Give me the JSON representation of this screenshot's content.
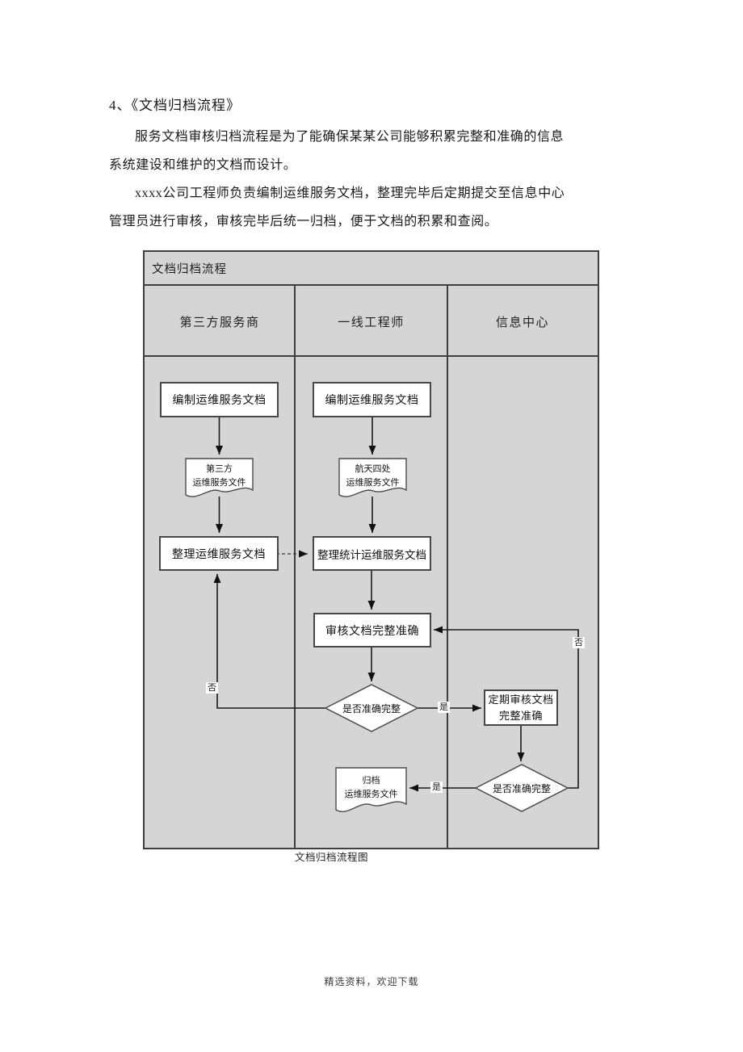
{
  "page": {
    "heading": "4、《文档归档流程》",
    "paragraph1": [
      "服务文档审核归档流程是为了能确保某某公司能够积累完整和准确的信息",
      "系统建设和维护的文档而设计。"
    ],
    "paragraph2": [
      "xxxx公司工程师负责编制运维服务文档，整理完毕后定期提交至信息中心",
      "管理员进行审核，审核完毕后统一归档，便于文档的积累和查阅。"
    ],
    "caption": "文档归档流程图",
    "footer": "精选资料，欢迎下载"
  },
  "flowchart": {
    "title": "文档归档流程",
    "lanes": [
      {
        "label": "第三方服务商"
      },
      {
        "label": "一线工程师"
      },
      {
        "label": "信息中心"
      }
    ],
    "nodes": {
      "compile_doc_vendor": "编制运维服务文档",
      "compile_doc_engineer": "编制运维服务文档",
      "vendor_file_line1": "第三方",
      "vendor_file_line2": "运维服务文件",
      "dept_file_line1": "航天四处",
      "dept_file_line2": "运维服务文件",
      "organize_vendor": "整理运维服务文档",
      "organize_stats": "整理统计运维服务文档",
      "review_doc": "审核文档完整准确",
      "decision1": "是否准确完整",
      "periodic_review_line1": "定期审核文档",
      "periodic_review_line2": "完整准确",
      "decision2": "是否准确完整",
      "archive_file_line1": "归档",
      "archive_file_line2": "运维服务文件"
    },
    "edge_labels": {
      "no1": "否",
      "yes1": "是",
      "no2": "否",
      "yes2": "是"
    },
    "colors": {
      "lane_background": "#d5d5d5",
      "grid_border": "#3f3f3f",
      "node_fill": "#ffffff",
      "node_border": "#474747",
      "connector": "#1a1a1a"
    }
  }
}
